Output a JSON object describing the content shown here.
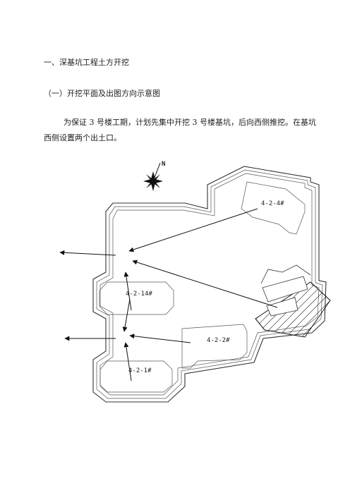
{
  "section": {
    "heading": "一、深基坑工程土方开挖",
    "subheading": "（一）开挖平面及出图方向示意图",
    "paragraph": "为保证 3 号楼工期，计划先集中开挖 3 号楼基坑，后向西侧推挖。在基坑西侧设置两个出土口。"
  },
  "figure": {
    "compass_letter": "N",
    "buildings": [
      {
        "label": "4-2-4#"
      },
      {
        "label": "4-2-14#"
      },
      {
        "label": "4-2-2#"
      },
      {
        "label": "4-2-1#"
      }
    ]
  }
}
